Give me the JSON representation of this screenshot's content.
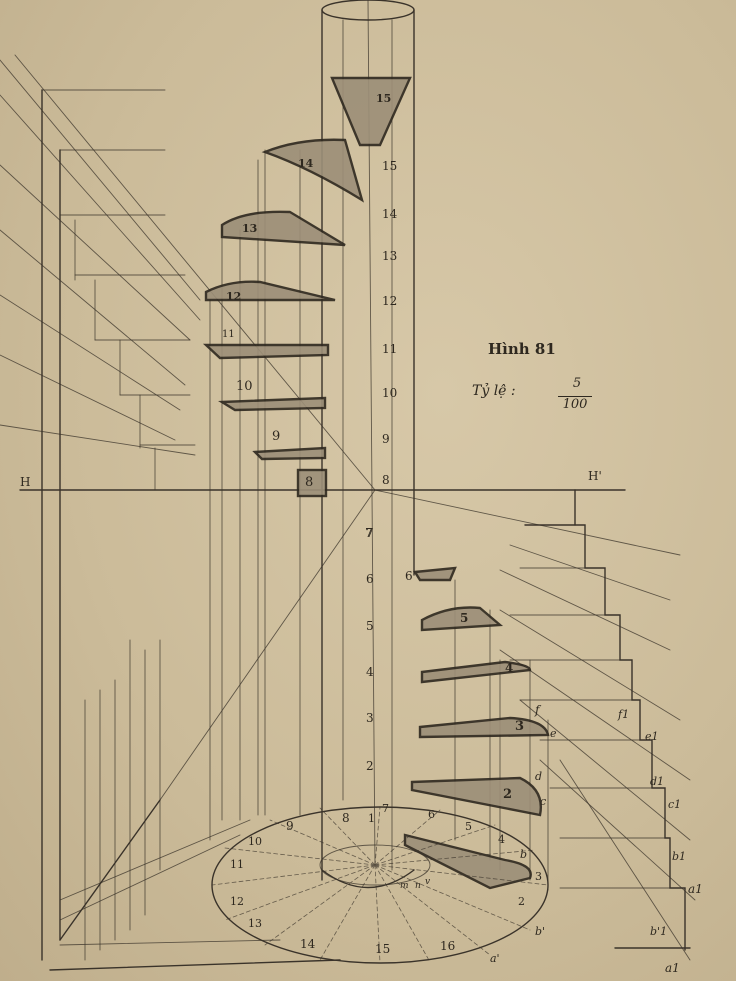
{
  "figure": {
    "title": "Hình 81",
    "scale_label": "Tỷ lệ :",
    "scale_numerator": "5",
    "scale_denominator": "100"
  },
  "horizon": {
    "left_label": "H",
    "right_label": "H'"
  },
  "column_marks": [
    "2",
    "3",
    "4",
    "5",
    "6",
    "7",
    "8",
    "9",
    "10",
    "11",
    "12",
    "13",
    "14",
    "15"
  ],
  "step_numbers": [
    "2",
    "3",
    "4",
    "5",
    "6",
    "7",
    "8",
    "9",
    "10",
    "11",
    "12",
    "13",
    "14",
    "15"
  ],
  "plan_numbers": [
    "1",
    "2",
    "3",
    "4",
    "5",
    "6",
    "7",
    "8",
    "9",
    "10",
    "11",
    "12",
    "13",
    "14",
    "15",
    "16"
  ],
  "plan_inner_letters": [
    "m",
    "n",
    "v"
  ],
  "wall_letters": [
    "f",
    "e",
    "d",
    "c",
    "b",
    "a'",
    "b'",
    "a1",
    "b1",
    "c1",
    "d1",
    "e1",
    "f1",
    "a1",
    "b'1"
  ]
}
